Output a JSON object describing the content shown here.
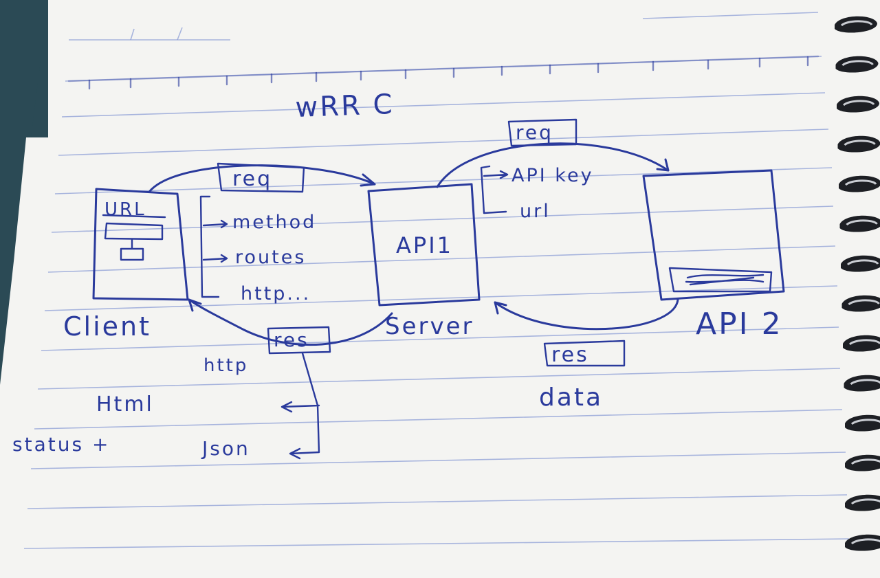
{
  "sketch": {
    "title": "wRR C",
    "client": {
      "label": "Client",
      "screen_text": "URL"
    },
    "request_left": {
      "tag": "req",
      "items": [
        "method",
        "routes",
        "http..."
      ]
    },
    "server": {
      "box_label": "API1",
      "label": "Server"
    },
    "request_right": {
      "tag": "req",
      "items": [
        "API key",
        "url"
      ]
    },
    "api2": {
      "label": "API 2"
    },
    "response_left": {
      "tag": "res",
      "note_http": "http",
      "note_html": "Html",
      "note_status": "status +",
      "note_json": "Json"
    },
    "response_right": {
      "tag": "res",
      "note": "data"
    }
  },
  "colors": {
    "ink": "#2a3a9c",
    "paper": "#f4f4f2",
    "rule": "#8e9fd6",
    "background": "#2b4a55"
  }
}
